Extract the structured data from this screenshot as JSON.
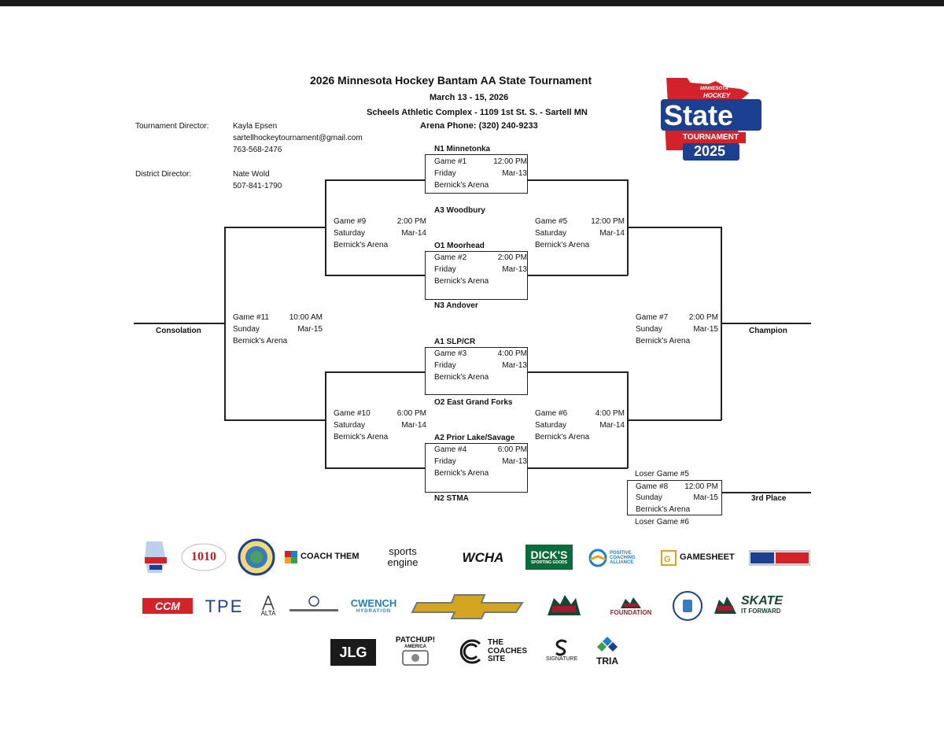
{
  "header": {
    "title": "2026 Minnesota Hockey Bantam AA State Tournament",
    "dates": "March 13 - 15, 2026",
    "venue": "Scheels Athletic Complex - 1109 1st St. S. - Sartell MN",
    "arena_phone": "Arena Phone: (320) 240-9233"
  },
  "contacts": {
    "tournament_director_label": "Tournament Director:",
    "tournament_director_name": "Kayla Epsen",
    "tournament_director_email": "sartellhockeytournament@gmail.com",
    "tournament_director_phone": "763-568-2476",
    "district_director_label": "District Director:",
    "district_director_name": "Nate Wold",
    "district_director_phone": "507-841-1790"
  },
  "state_logo": {
    "line1": "MINNESOTA",
    "line2": "HOCKEY",
    "line3": "State",
    "line4": "TOURNAMENT",
    "line5": "2025",
    "colors": {
      "red": "#d2232a",
      "blue": "#1d3f8f"
    }
  },
  "teams": {
    "n1": "N1 Minnetonka",
    "a3": "A3 Woodbury",
    "o1": "O1 Moorhead",
    "n3": "N3 Andover",
    "a1": "A1 SLP/CR",
    "o2": "O2 East Grand Forks",
    "a2": "A2 Prior Lake/Savage",
    "n2": "N2 STMA"
  },
  "games": {
    "g1": {
      "num": "Game #1",
      "time": "12:00 PM",
      "day": "Friday",
      "date": "Mar-13",
      "arena": "Bernick's Arena"
    },
    "g2": {
      "num": "Game #2",
      "time": "2:00 PM",
      "day": "Friday",
      "date": "Mar-13",
      "arena": "Bernick's Arena"
    },
    "g3": {
      "num": "Game #3",
      "time": "4:00 PM",
      "day": "Friday",
      "date": "Mar-13",
      "arena": "Bernick's Arena"
    },
    "g4": {
      "num": "Game #4",
      "time": "6:00 PM",
      "day": "Friday",
      "date": "Mar-13",
      "arena": "Bernick's Arena"
    },
    "g5": {
      "num": "Game #5",
      "time": "12:00 PM",
      "day": "Saturday",
      "date": "Mar-14",
      "arena": "Bernick's Arena"
    },
    "g6": {
      "num": "Game #6",
      "time": "4:00 PM",
      "day": "Saturday",
      "date": "Mar-14",
      "arena": "Bernick's Arena"
    },
    "g7": {
      "num": "Game #7",
      "time": "2:00 PM",
      "day": "Sunday",
      "date": "Mar-15",
      "arena": "Bernick's Arena"
    },
    "g8": {
      "num": "Game #8",
      "time": "12:00 PM",
      "day": "Sunday",
      "date": "Mar-15",
      "arena": "Bernick's Arena"
    },
    "g9": {
      "num": "Game #9",
      "time": "2:00 PM",
      "day": "Saturday",
      "date": "Mar-14",
      "arena": "Bernick's Arena"
    },
    "g10": {
      "num": "Game #10",
      "time": "6:00 PM",
      "day": "Saturday",
      "date": "Mar-14",
      "arena": "Bernick's Arena"
    },
    "g11": {
      "num": "Game #11",
      "time": "10:00 AM",
      "day": "Sunday",
      "date": "Mar-15",
      "arena": "Bernick's Arena"
    }
  },
  "results": {
    "consolation": "Consolation",
    "champion": "Champion",
    "third_place": "3rd Place",
    "loser_g5": "Loser Game #5",
    "loser_g6": "Loser Game #6"
  },
  "sponsors": {
    "row1": [
      "1010",
      "COACH THEM",
      "sports",
      "engine",
      "WCHA",
      "DICK'S",
      "SPORTING GOODS",
      "POSITIVE COACHING ALLIANCE",
      "GAMESHEET"
    ],
    "row2": [
      "CCM",
      "TPE",
      "ALTA",
      "CWENCH",
      "HYDRATION",
      "FOUNDATION",
      "SKATE",
      "IT FORWARD"
    ],
    "row3": [
      "JLG",
      "PATCHUP!",
      "AMERICA",
      "THE",
      "COACHES",
      "SITE",
      "SIGNATURE",
      "TRIA"
    ]
  }
}
